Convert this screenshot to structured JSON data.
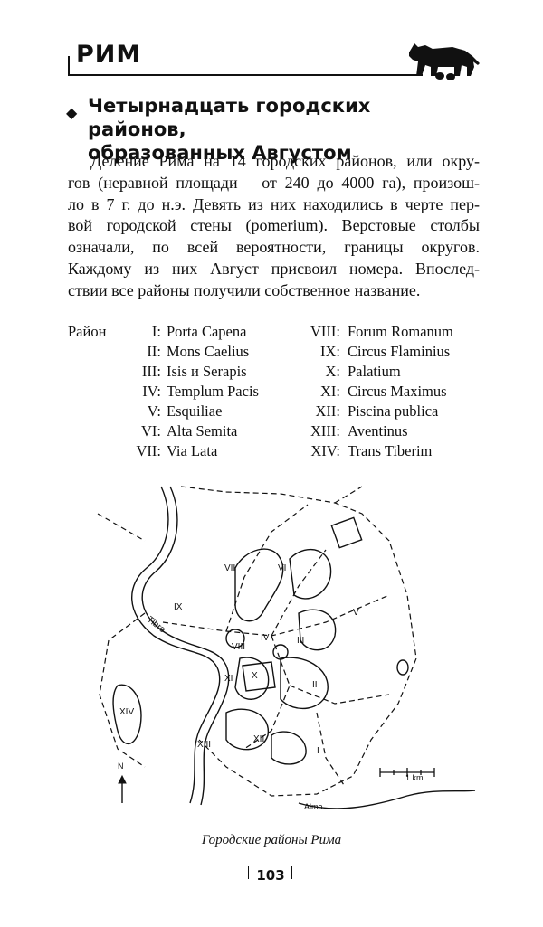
{
  "header": {
    "title": "РИМ"
  },
  "section": {
    "bullet": "◆",
    "heading_line1": "Четырнадцать городских районов,",
    "heading_line2": "образованных Августом"
  },
  "paragraph_lines": [
    "Деление Рима на 14 городских районов, или окру-",
    "гов (неравной площади – от 240 до 4000 га), произош-",
    "ло в 7 г. до н.э. Девять из них находились в черте пер-",
    "вой городской стены (pomerium). Верстовые столбы",
    "означали, по всей вероятности, границы округов.",
    "Каждому из них Август присвоил номера. Впослед-",
    "ствии все районы получили собственное название."
  ],
  "districts_label": "Район",
  "districts_left": [
    {
      "num": "I:",
      "name": "Porta Capena"
    },
    {
      "num": "II:",
      "name": "Mons Caelius"
    },
    {
      "num": "III:",
      "name": "Isis и Serapis"
    },
    {
      "num": "IV:",
      "name": "Templum Pacis"
    },
    {
      "num": "V:",
      "name": "Esquiliae"
    },
    {
      "num": "VI:",
      "name": "Alta Semita"
    },
    {
      "num": "VII:",
      "name": "Via Lata"
    }
  ],
  "districts_right": [
    {
      "num": "VIII:",
      "name": "Forum Romanum"
    },
    {
      "num": "IX:",
      "name": "Circus Flaminius"
    },
    {
      "num": "X:",
      "name": "Palatium"
    },
    {
      "num": "XI:",
      "name": "Circus Maximus"
    },
    {
      "num": "XII:",
      "name": "Piscina publica"
    },
    {
      "num": "XIII:",
      "name": "Aventinus"
    },
    {
      "num": "XIV:",
      "name": "Trans Tiberim"
    }
  ],
  "map": {
    "labels": {
      "I": "I",
      "II": "II",
      "III": "III",
      "IV": "IV",
      "V": "V",
      "VI": "VI",
      "VII": "VII",
      "VIII": "VIII",
      "IX": "IX",
      "X": "X",
      "XI": "XI",
      "XII": "XII",
      "XIII": "XIII",
      "XIV": "XIV"
    },
    "river": "Tibre",
    "stream": "Almo",
    "north": "N",
    "scale": "1 km"
  },
  "caption": "Городские районы Рима",
  "page_number": "103"
}
